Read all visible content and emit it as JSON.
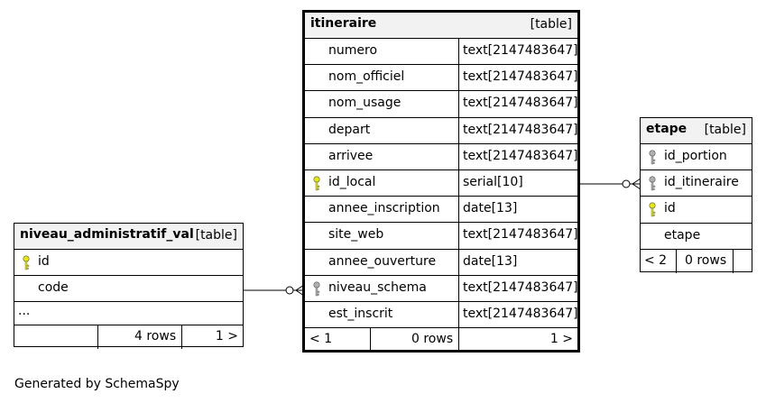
{
  "itineraire": {
    "name": "itineraire",
    "kind": "[table]",
    "columns": [
      {
        "name": "numero",
        "type": "text[2147483647]",
        "key": "none"
      },
      {
        "name": "nom_officiel",
        "type": "text[2147483647]",
        "key": "none"
      },
      {
        "name": "nom_usage",
        "type": "text[2147483647]",
        "key": "none"
      },
      {
        "name": "depart",
        "type": "text[2147483647]",
        "key": "none"
      },
      {
        "name": "arrivee",
        "type": "text[2147483647]",
        "key": "none"
      },
      {
        "name": "id_local",
        "type": "serial[10]",
        "key": "primary"
      },
      {
        "name": "annee_inscription",
        "type": "date[13]",
        "key": "none"
      },
      {
        "name": "site_web",
        "type": "text[2147483647]",
        "key": "none"
      },
      {
        "name": "annee_ouverture",
        "type": "date[13]",
        "key": "none"
      },
      {
        "name": "niveau_schema",
        "type": "text[2147483647]",
        "key": "foreign"
      },
      {
        "name": "est_inscrit",
        "type": "text[2147483647]",
        "key": "none"
      }
    ],
    "footer": {
      "left": "< 1",
      "rows": "0 rows",
      "right": "1 >"
    }
  },
  "etape": {
    "name": "etape",
    "kind": "[table]",
    "columns": [
      {
        "name": "id_portion",
        "key": "foreign"
      },
      {
        "name": "id_itineraire",
        "key": "foreign"
      },
      {
        "name": "id",
        "key": "primary"
      },
      {
        "name": "etape",
        "key": "none"
      }
    ],
    "footer": {
      "left": "< 2",
      "rows": "0 rows"
    }
  },
  "niveau": {
    "name": "niveau_administratif_val",
    "kind": "[table]",
    "columns": [
      {
        "name": "id",
        "key": "primary"
      },
      {
        "name": "code",
        "key": "none"
      }
    ],
    "ellipsis": "...",
    "footer": {
      "rows": "4 rows",
      "right": "1 >"
    }
  },
  "generated_by": "Generated by SchemaSpy",
  "colors": {
    "primary_key": "#e8e800",
    "foreign_key": "#b0b0b0",
    "header_bg": "#f2f2f2"
  }
}
